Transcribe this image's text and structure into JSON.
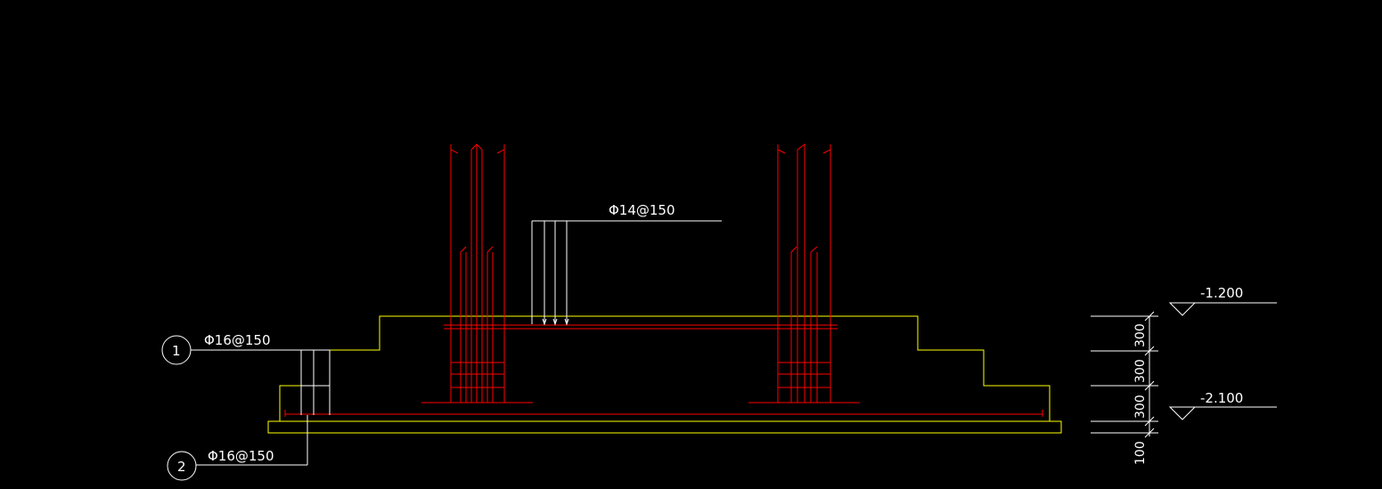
{
  "labels": {
    "top_rebar": "Φ14@150",
    "rebar_1": "Φ16@150",
    "rebar_2": "Φ16@150",
    "marker_1": "1",
    "marker_2": "2"
  },
  "elevations": {
    "upper": "-1.200",
    "lower": "-2.100"
  },
  "dimensions": [
    "300",
    "300",
    "300",
    "100"
  ],
  "colors": {
    "background": "#000000",
    "concrete_outline": "#ffff00",
    "rebar": "#ff0000",
    "annotation": "#ffffff"
  }
}
